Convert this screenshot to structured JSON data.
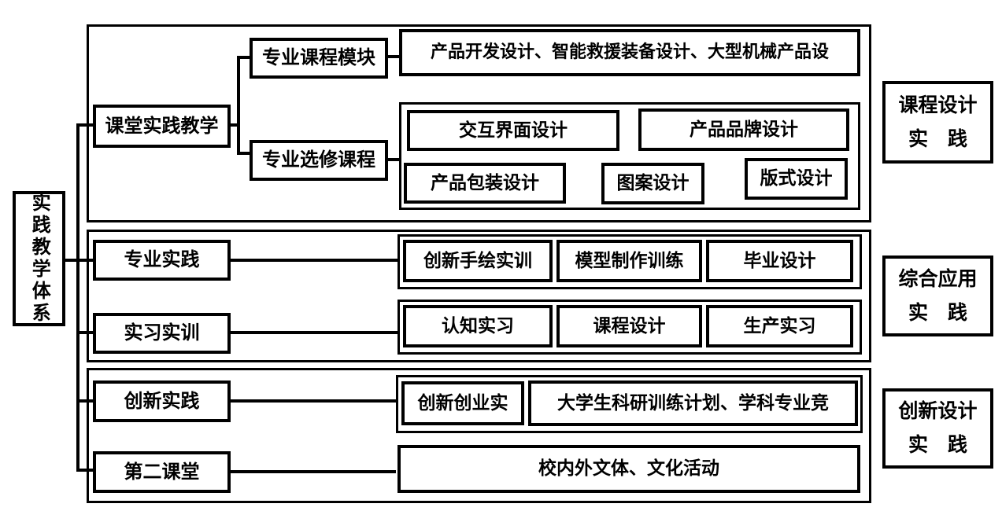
{
  "root": {
    "label": "实践教学体系"
  },
  "classroom": {
    "label": "课堂实践教学",
    "module": {
      "label": "专业课程模块",
      "courses": "产品开发设计、智能救援装备设计、大型机械产品设"
    },
    "elective": {
      "label": "专业选修课程",
      "courses": [
        "交互界面设计",
        "产品品牌设计",
        "产品包装设计",
        "图案设计",
        "版式设计"
      ]
    }
  },
  "professional": {
    "label": "专业实践",
    "courses": [
      "创新手绘实训",
      "模型制作训练",
      "毕业设计"
    ]
  },
  "internship": {
    "label": "实习实训",
    "courses": [
      "认知实习",
      "课程设计",
      "生产实习"
    ]
  },
  "innovation": {
    "label": "创新实践",
    "courses": [
      "创新创业实",
      "大学生科研训练计划、学科专业竞"
    ]
  },
  "second_class": {
    "label": "第二课堂",
    "courses": "校内外文体、文化活动"
  },
  "right_labels": [
    {
      "line1": "课程设计",
      "line2": "实　践"
    },
    {
      "line1": "综合应用",
      "line2": "实　践"
    },
    {
      "line1": "创新设计",
      "line2": "实　践"
    }
  ],
  "colors": {
    "line": "#000000",
    "border": "#000000",
    "background": "#ffffff",
    "text": "#000000"
  }
}
